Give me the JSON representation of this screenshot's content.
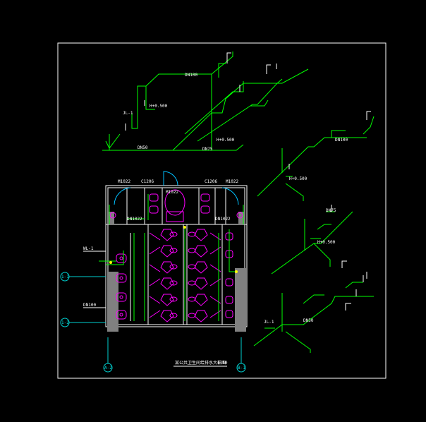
{
  "drawing": {
    "title": "某公共卫生间给排水大样图",
    "scale": "1:50",
    "colors": {
      "background": "#000000",
      "frame": "#ffffff",
      "pipe": "#00ff00",
      "fixture": "#ff00ff",
      "wall": "#ffffff",
      "column": "#808080",
      "axis": "#00d0d0",
      "door": "#00c0ff",
      "riser": "#ffff00"
    }
  },
  "rooms": {
    "left_top": "M1022",
    "left_mid": "C1206",
    "center_top": "M1022",
    "right_mid": "C1206",
    "right_top": "M1022",
    "left_cubicle": "DN1022",
    "right_cubicle": "DN1022"
  },
  "axes": {
    "left_upper": "1-1",
    "left_lower": "1-2",
    "bottom_left": "A-2",
    "bottom_right": "B-1"
  },
  "pipe_labels": {
    "dn50": "DN50",
    "dn75": "DN75",
    "dn100": "DN100",
    "jl1": "JL-1",
    "wl1": "WL-1",
    "h_level": "H+0.500"
  }
}
